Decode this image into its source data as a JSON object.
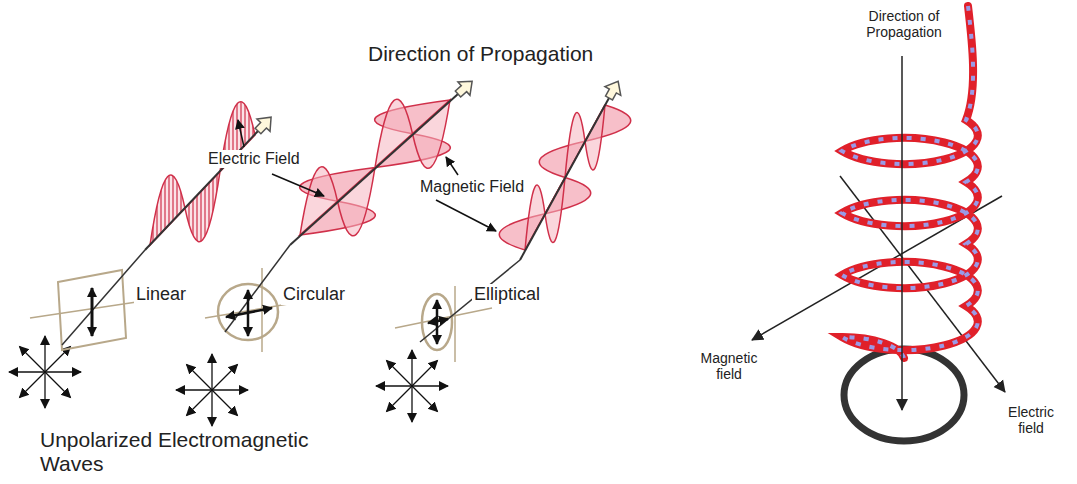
{
  "diagram": {
    "labels": [
      "Direction of Propagation",
      "Electric Field",
      "Magnetic Field",
      "Linear",
      "Circular",
      "Elliptical",
      "Unpolarized Electromagnetic Waves",
      "Direction of Propagation",
      "Magnetic field",
      "Electric field"
    ]
  }
}
